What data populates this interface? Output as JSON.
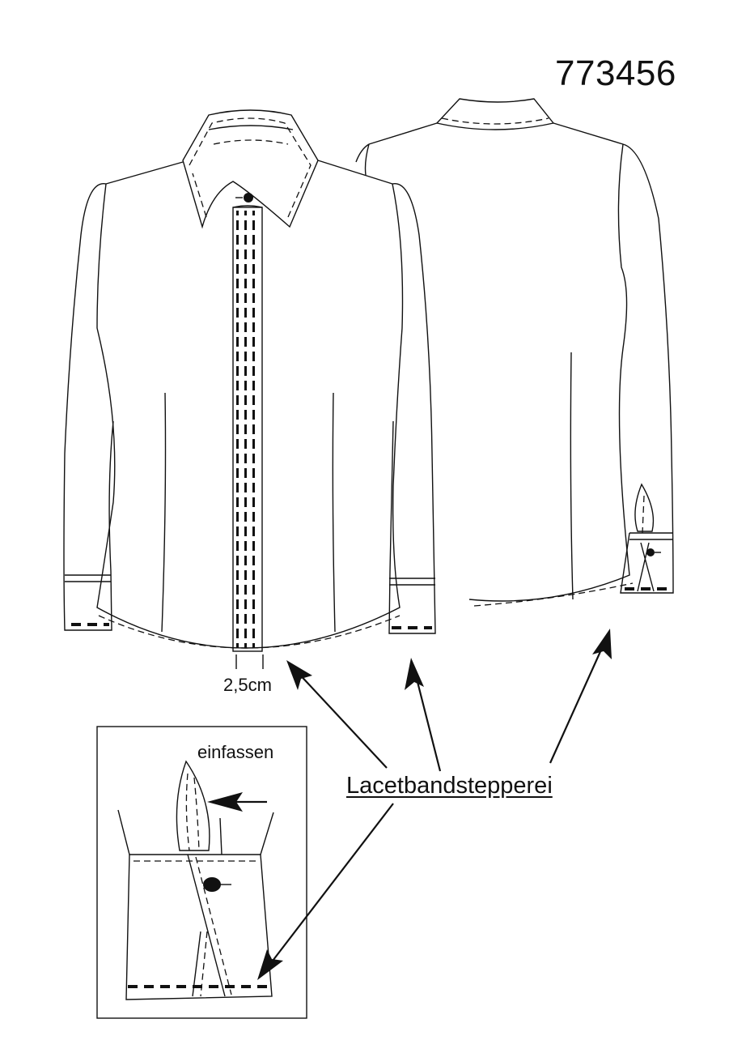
{
  "model_number": "773456",
  "measurement": "2,5cm",
  "inset_note": "einfassen",
  "callout": "Lacetbandstepperei",
  "views": [
    "front",
    "back",
    "cuff-detail"
  ],
  "colors": {
    "line": "#111111",
    "background": "#ffffff"
  }
}
